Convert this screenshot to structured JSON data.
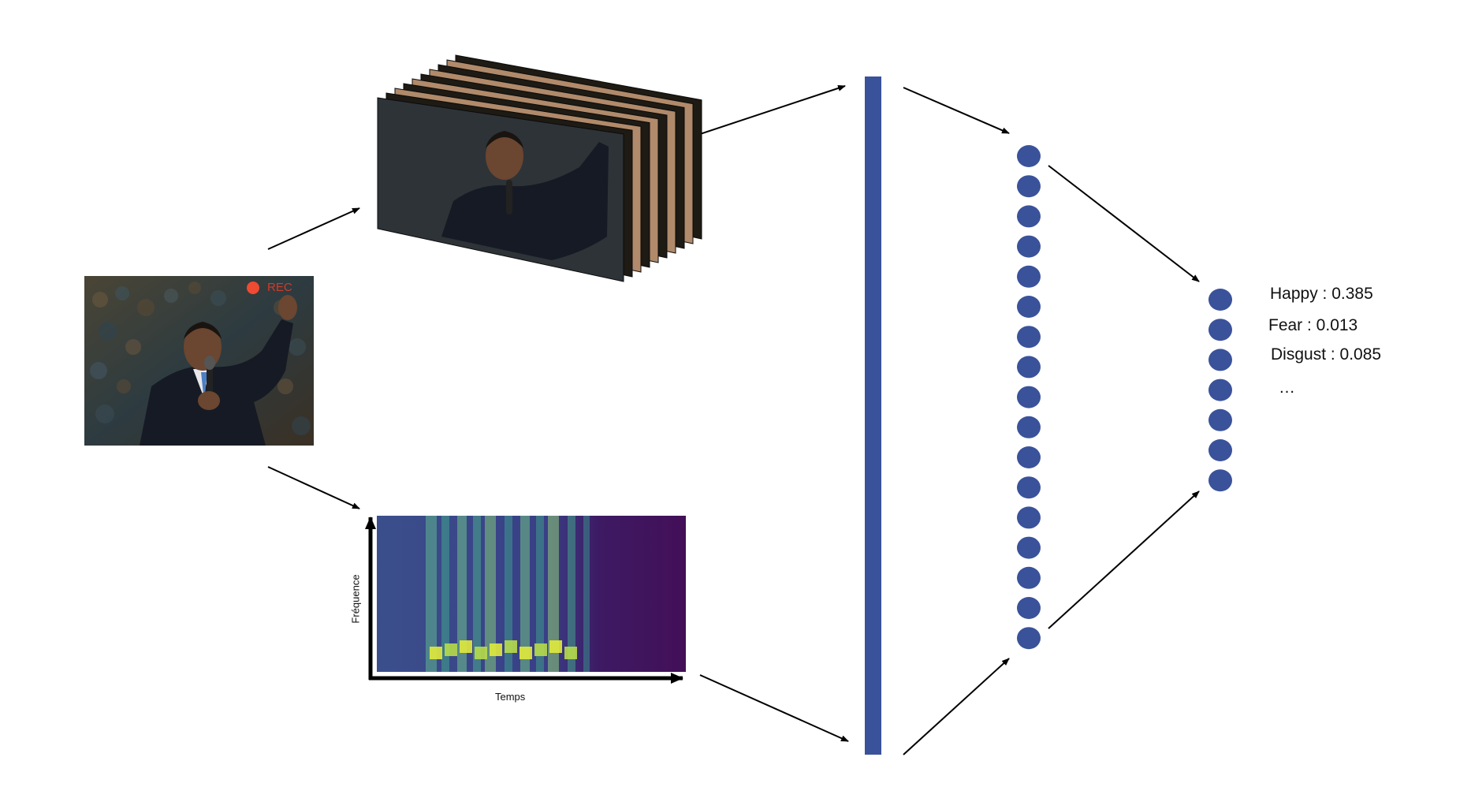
{
  "source_video": {
    "rec_label": "REC"
  },
  "spectrogram": {
    "y_axis_label": "Fréquence",
    "x_axis_label": "Temps"
  },
  "output": {
    "predictions": [
      {
        "text": "Happy : 0.385",
        "emotion": "Happy",
        "score": 0.385
      },
      {
        "text": "Fear : 0.013",
        "emotion": "Fear",
        "score": 0.013
      },
      {
        "text": "Disgust : 0.085",
        "emotion": "Disgust",
        "score": 0.085
      }
    ],
    "ellipsis": "…"
  },
  "colors": {
    "node": "#3a529a",
    "bar": "#3a529a",
    "arrow": "#000000",
    "rec": "#ef4a32"
  },
  "hidden_layer_node_count": 17,
  "output_layer_node_count": 7
}
